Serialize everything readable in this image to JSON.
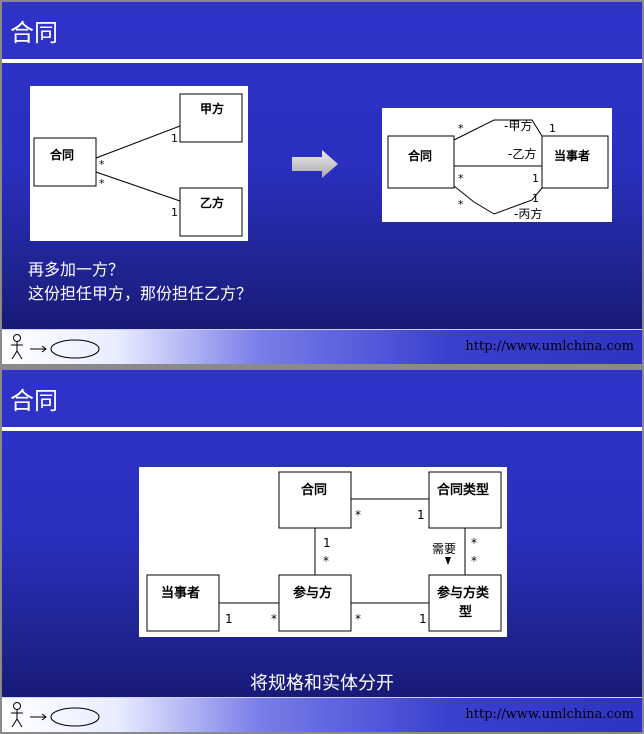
{
  "slides": [
    {
      "title": "合同",
      "left_diagram": {
        "contract": "合同",
        "party_a": "甲方",
        "party_b": "乙方",
        "mult_a": "1",
        "mult_b": "1",
        "star_a": "*",
        "star_b": "*"
      },
      "right_diagram": {
        "contract": "合同",
        "party": "当事者",
        "role_a": "-甲方",
        "role_b": "-乙方",
        "role_c": "-丙方",
        "m1": "1",
        "m2": "1",
        "m3": "1",
        "s1": "*",
        "s2": "*",
        "s3": "*"
      },
      "caption_line1": "再多加一方？",
      "caption_line2": "这份担任甲方，那份担任乙方？",
      "footer_url": "http://www.umlchina.com"
    },
    {
      "title": "合同",
      "diagram": {
        "contract": "合同",
        "contract_type": "合同类型",
        "party": "当事者",
        "participant": "参与方",
        "participant_type_l1": "参与方类",
        "participant_type_l2": "型",
        "needs": "需要",
        "m_ct_left": "*",
        "m_ct_right": "1",
        "m_cp_top": "1",
        "m_cp_bottom": "*",
        "m_type_top": "*",
        "m_type_bottom": "*",
        "m_party": "1",
        "m_part_left": "*",
        "m_part_right": "*",
        "m_ptype": "1"
      },
      "caption": "将规格和实体分开",
      "footer_url": "http://www.umlchina.com"
    }
  ],
  "colors": {
    "slide_bg": "#2f33c9",
    "rule": "#ffffff",
    "arrow": "#c8c8c8"
  }
}
